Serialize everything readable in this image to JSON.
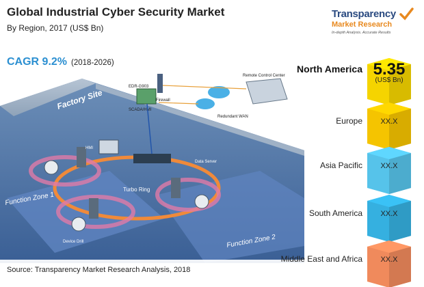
{
  "title": "Global Industrial Cyber Security Market",
  "subtitle": "By Region, 2017 (US$ Bn)",
  "cagr": {
    "label": "CAGR 9.2%",
    "period": "(2018-2026)"
  },
  "logo": {
    "line1": "Transparency",
    "line2": "Market Research",
    "tagline": "In-depth Analysis. Accurate Results"
  },
  "source": "Source: Transparency Market Research Analysis, 2018",
  "illustration": {
    "labels": [
      "Factory Site",
      "Function Zone 1",
      "Function Zone 2",
      "Remote Control Center",
      "Redundant WAN",
      "SCADA/HMI",
      "Firewall",
      "EDR-G903",
      "HMI",
      "Data Server",
      "Turbo Ring",
      "Device Drill"
    ]
  },
  "colors": {
    "north_america": "#f5d400",
    "europe": "#f5c400",
    "asia_pacific": "#56c3ea",
    "south_america": "#35b0e0",
    "middle_east_africa": "#f08a5c",
    "accent": "#2b8fd1"
  },
  "chart_data": {
    "type": "bar",
    "title": "Global Industrial Cyber Security Market",
    "subtitle": "By Region, 2017 (US$ Bn)",
    "categories": [
      "North America",
      "Europe",
      "Asia Pacific",
      "South America",
      "Middle East and Africa"
    ],
    "value_labels": [
      "5.35",
      "XX.X",
      "XX.X",
      "XX.X",
      "XX.X"
    ],
    "unit_label": "(US$ Bn)",
    "values": [
      5.35,
      null,
      null,
      null,
      null
    ]
  }
}
